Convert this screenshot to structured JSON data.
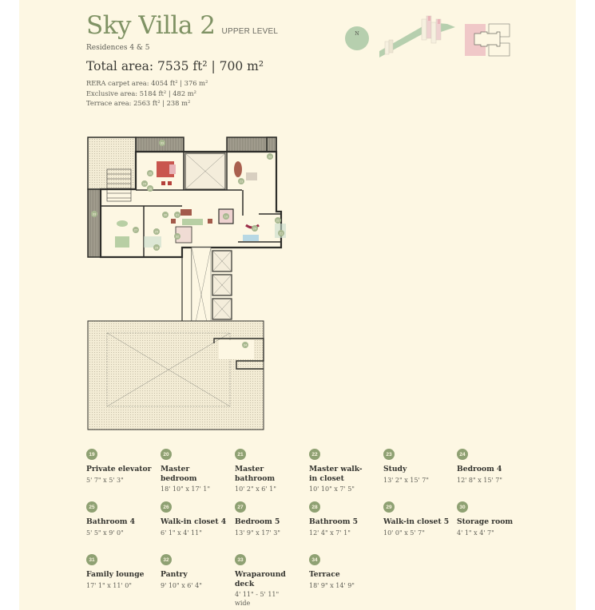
{
  "header": {
    "title": "Sky Villa 2",
    "level": "UPPER LEVEL",
    "residences": "Residences 4 & 5",
    "total_area": "Total area: 7535 ft² | 700 m²",
    "areas": [
      "RERA carpet area: 4054 ft² | 376 m²",
      "Exclusive area: 5184 ft² | 482 m²",
      "Terrace area: 2563 ft² | 238 m²"
    ]
  },
  "compass": {
    "label": "N"
  },
  "colors": {
    "background": "#fdf7e3",
    "accent_green": "#7f9264",
    "badge_green": "#8fa173",
    "highlight_pink": "#f0c8c8",
    "site_green": "#b6cfae"
  },
  "legend": [
    {
      "number": "19",
      "name": "Private elevator",
      "size": "5' 7\" x 5' 3\""
    },
    {
      "number": "20",
      "name": "Master bedroom",
      "size": "18' 10\" x 17' 1\""
    },
    {
      "number": "21",
      "name": "Master bathroom",
      "size": "10' 2\" x 6' 1\""
    },
    {
      "number": "22",
      "name": "Master walk-in closet",
      "size": "10' 10\" x 7' 5\""
    },
    {
      "number": "23",
      "name": "Study",
      "size": "13' 2\" x 15' 7\""
    },
    {
      "number": "24",
      "name": "Bedroom 4",
      "size": "12' 8\" x 15' 7\""
    },
    {
      "number": "25",
      "name": "Bathroom 4",
      "size": "5' 5\" x 9' 0\""
    },
    {
      "number": "26",
      "name": "Walk-in closet 4",
      "size": "6' 1\" x 4' 11\""
    },
    {
      "number": "27",
      "name": "Bedroom 5",
      "size": "13' 9\" x 17' 3\""
    },
    {
      "number": "28",
      "name": "Bathroom 5",
      "size": "12' 4\" x 7' 1\""
    },
    {
      "number": "29",
      "name": "Walk-in closet 5",
      "size": "10' 0\" x 5' 7\""
    },
    {
      "number": "30",
      "name": "Storage room",
      "size": "4' 1\" x 4' 7\""
    },
    {
      "number": "31",
      "name": "Family lounge",
      "size": "17' 1\" x 11' 0\""
    },
    {
      "number": "32",
      "name": "Pantry",
      "size": "9' 10\" x 6' 4\""
    },
    {
      "number": "33",
      "name": "Wraparound deck",
      "size": "4' 11\" - 5' 11\" wide"
    },
    {
      "number": "34",
      "name": "Terrace",
      "size": "18' 9\" x 14' 9\""
    }
  ]
}
